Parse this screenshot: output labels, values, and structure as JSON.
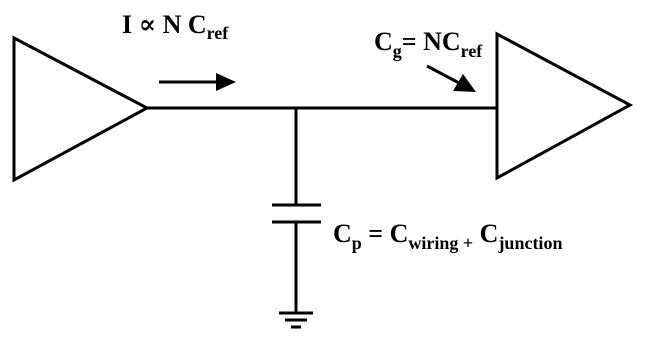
{
  "labels": {
    "current": {
      "main": "I ∝ N C",
      "sub": "ref"
    },
    "gate_cap": {
      "main": "C",
      "sub1": "g",
      "mid": "= NC",
      "sub2": "ref"
    },
    "parasitic_cap": {
      "main": "C",
      "sub1": "p",
      "mid": " = C",
      "sub2": "wiring +",
      "mid2": " C",
      "sub3": "junction"
    }
  }
}
